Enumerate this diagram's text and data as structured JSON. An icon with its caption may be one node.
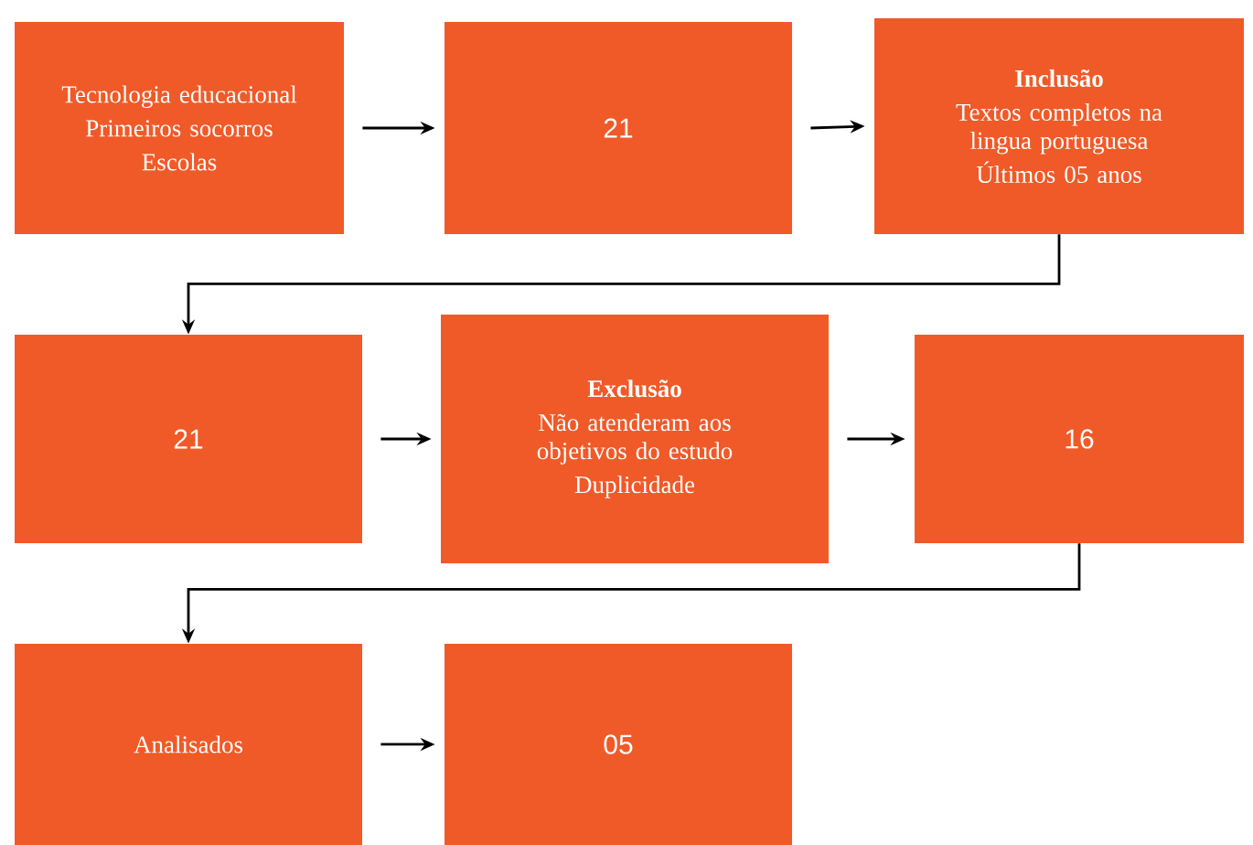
{
  "diagram": {
    "nodes": [
      {
        "text": [
          "Tecnologia educacional",
          "Primeiros socorros",
          "Escolas"
        ]
      },
      {
        "text": [
          "21"
        ]
      },
      {
        "text": [
          "Inclusão",
          "Textos completos na lingua portuguesa",
          "Últimos 05 anos"
        ]
      },
      {
        "text": [
          "21"
        ]
      },
      {
        "text": [
          "Exclusão",
          "Não atenderam aos objetivos do estudo",
          "Duplicidade"
        ]
      },
      {
        "text": [
          "16"
        ]
      },
      {
        "text": [
          "Analisados"
        ]
      },
      {
        "text": [
          "05"
        ]
      }
    ],
    "edges": [
      {
        "from": 0,
        "to": 1,
        "arrow": "to"
      },
      {
        "from": 1,
        "to": 2,
        "arrow": "to"
      },
      {
        "from": 2,
        "to": 3,
        "arrow": "to"
      },
      {
        "from": 3,
        "to": 4,
        "arrow": "to"
      },
      {
        "from": 4,
        "to": 5,
        "arrow": "to"
      },
      {
        "from": 5,
        "to": 6,
        "arrow": "to"
      },
      {
        "from": 6,
        "to": 7,
        "arrow": "to"
      }
    ]
  }
}
